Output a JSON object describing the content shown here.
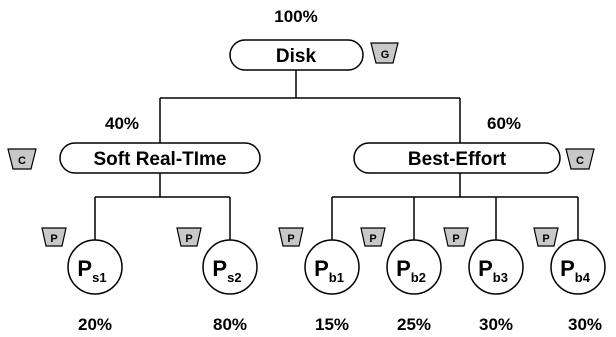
{
  "root": {
    "name": "Disk",
    "share": "100%",
    "badge": "G"
  },
  "classes": [
    {
      "name": "Soft Real-TIme",
      "share": "40%",
      "badge": "C"
    },
    {
      "name": "Best-Effort",
      "share": "60%",
      "badge": "C"
    }
  ],
  "processes": [
    {
      "letter": "P",
      "sub": "s1",
      "share": "20%",
      "badge": "P"
    },
    {
      "letter": "P",
      "sub": "s2",
      "share": "80%",
      "badge": "P"
    },
    {
      "letter": "P",
      "sub": "b1",
      "share": "15%",
      "badge": "P"
    },
    {
      "letter": "P",
      "sub": "b2",
      "share": "25%",
      "badge": "P"
    },
    {
      "letter": "P",
      "sub": "b3",
      "share": "30%",
      "badge": "P"
    },
    {
      "letter": "P",
      "sub": "b4",
      "share": "30%",
      "badge": "P"
    }
  ],
  "colors": {
    "badge_fill": "#c8c8c8",
    "stroke": "#000000"
  }
}
